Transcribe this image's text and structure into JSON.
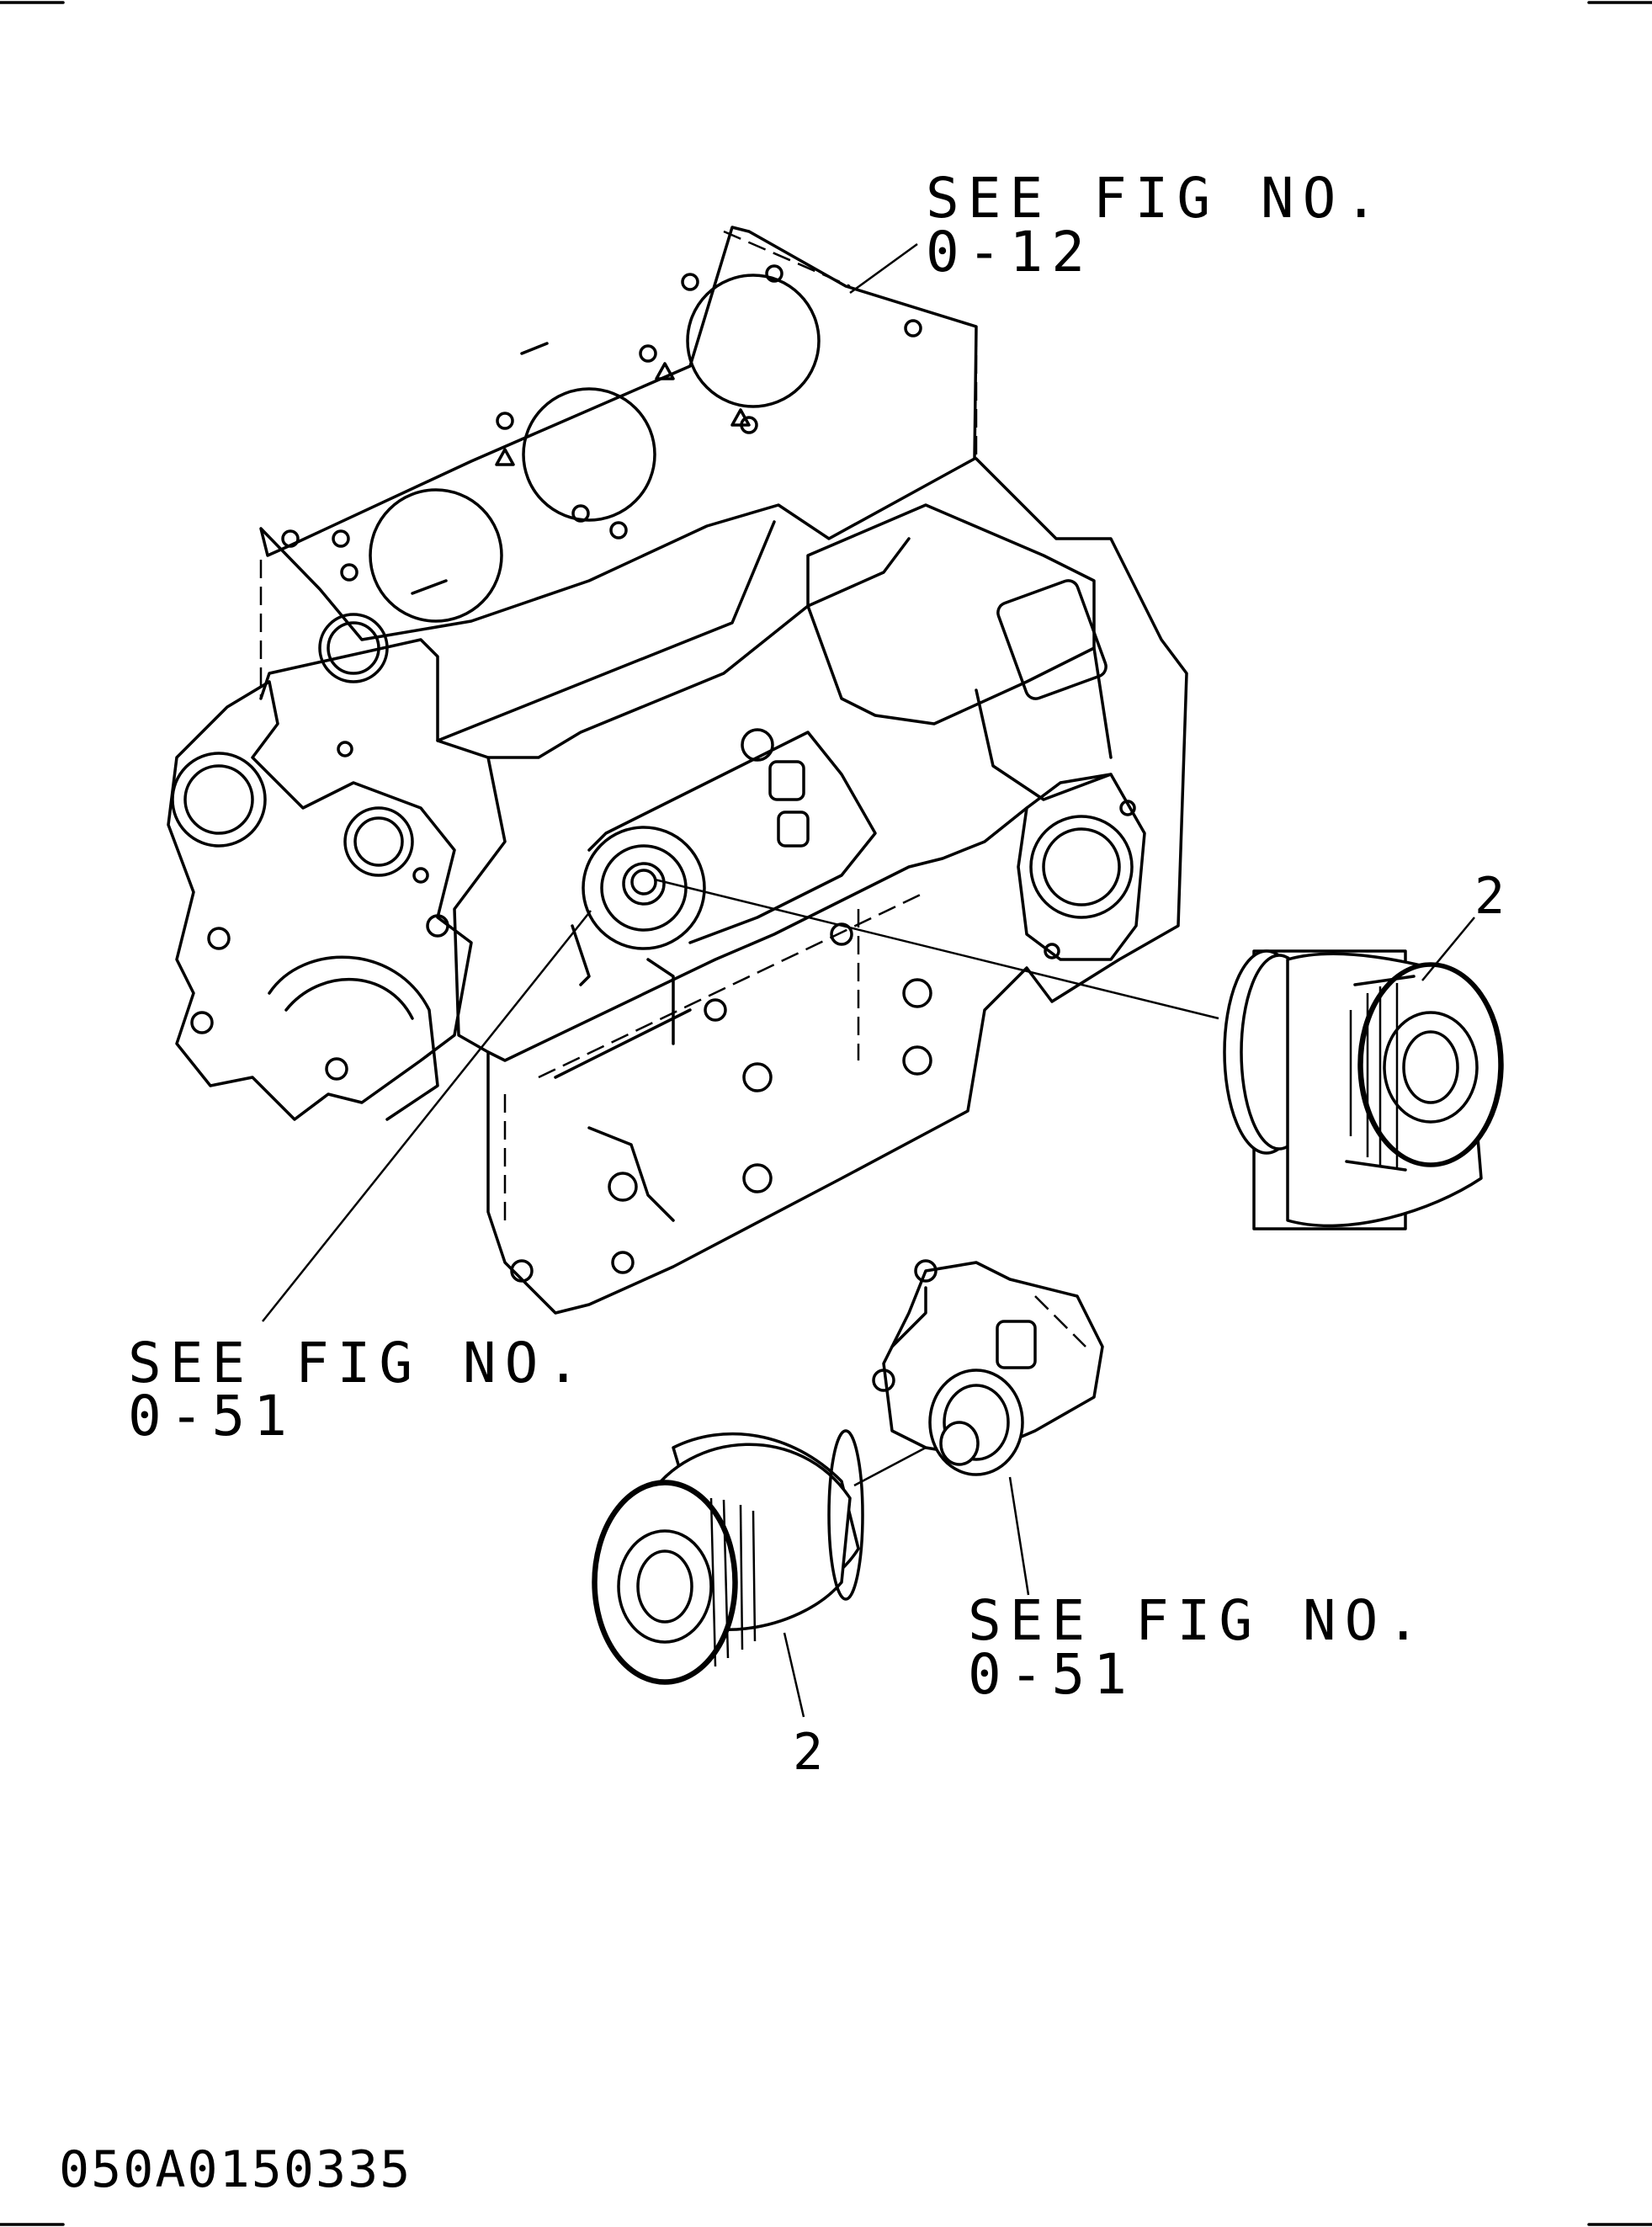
{
  "labels": {
    "ref_top": {
      "line1": "SEE FIG NO.",
      "line2": "0-12"
    },
    "ref_left": {
      "line1": "SEE FIG NO.",
      "line2": "0-51"
    },
    "ref_bottom": {
      "line1": "SEE FIG NO.",
      "line2": "0-51"
    },
    "part_upper": "2",
    "part_lower": "2",
    "drawing_number": "050A0150335"
  }
}
